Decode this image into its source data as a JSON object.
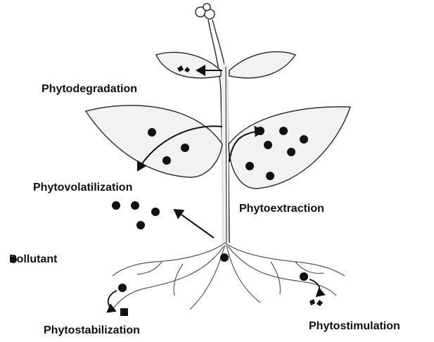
{
  "labels": {
    "phytodegradation": "Phytodegradation",
    "phytovolatilization": "Phytovolatilization",
    "phytoextraction": "Phytoextraction",
    "pollutant": "Pollutant",
    "phytostabilization": "Phytostabilization",
    "phytostimulation": "Phytostimulation"
  },
  "legend": {
    "symbol": "●",
    "meaning": "Pollutant"
  }
}
